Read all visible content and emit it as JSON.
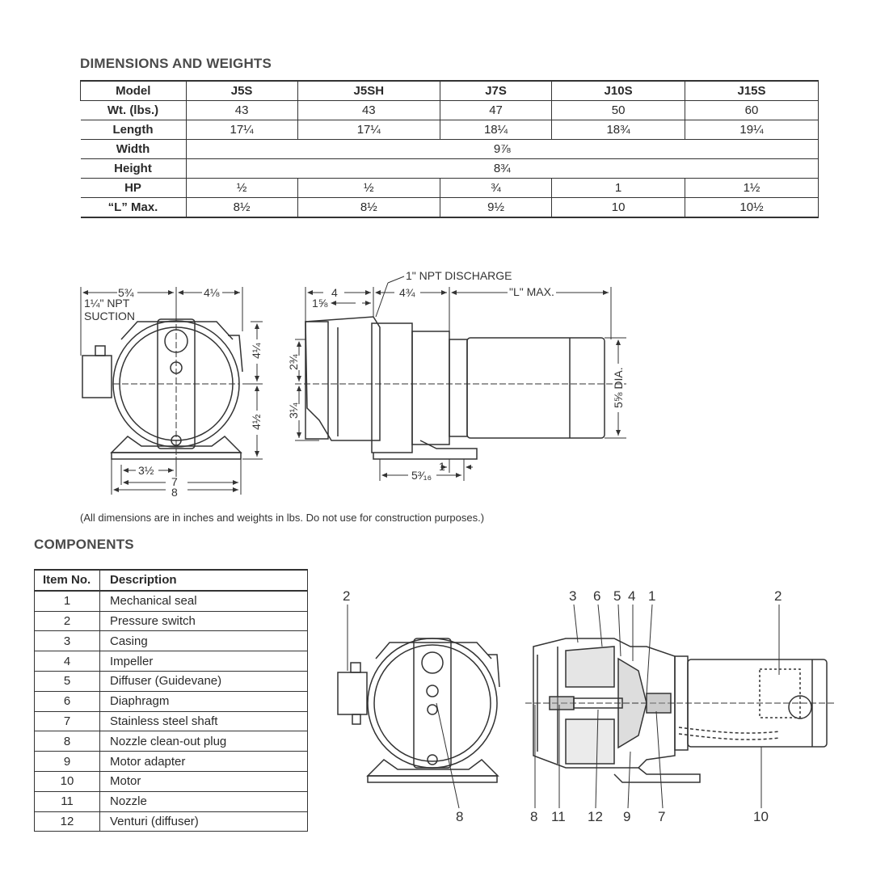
{
  "dimensions": {
    "heading": "DIMENSIONS AND WEIGHTS",
    "columns": [
      "Model",
      "J5S",
      "J5SH",
      "J7S",
      "J10S",
      "J15S"
    ],
    "rows": {
      "wt": {
        "label": "Wt. (lbs.)",
        "values": [
          "43",
          "43",
          "47",
          "50",
          "60"
        ]
      },
      "length": {
        "label": "Length",
        "values": [
          "17¼",
          "17¼",
          "18¼",
          "18¾",
          "19¼"
        ]
      },
      "width": {
        "label": "Width",
        "value": "9⅞"
      },
      "height": {
        "label": "Height",
        "value": "8¾"
      },
      "hp": {
        "label": "HP",
        "values": [
          "½",
          "½",
          "¾",
          "1",
          "1½"
        ]
      },
      "lmax": {
        "label": "“L” Max.",
        "values": [
          "8½",
          "8½",
          "9½",
          "10",
          "10½"
        ]
      }
    }
  },
  "drawing_labels": {
    "front_top_left": "5¾",
    "front_top_right": "4⅛",
    "suction_1": "1¼\" NPT",
    "suction_2": "SUCTION",
    "front_right_upper": "4¼",
    "front_right_lower": "4½",
    "front_bottom_half": "3½",
    "front_bottom_7": "7",
    "front_bottom_8": "8",
    "side_top_4": "4",
    "side_top_1_5": "1⅝",
    "side_top_4_75": "4¾",
    "discharge": "1\" NPT DISCHARGE",
    "l_max": "\"L\" MAX.",
    "side_left_upper": "2¾",
    "side_left_lower": "3¼",
    "side_dia": "5⅝ DIA.",
    "side_bottom_1": "1",
    "side_bottom_5_3_16": "5³⁄₁₆"
  },
  "note": "(All dimensions are in inches and weights in lbs. Do not use for construction purposes.)",
  "components": {
    "heading": "COMPONENTS",
    "header_item": "Item No.",
    "header_desc": "Description",
    "items": [
      {
        "no": "1",
        "desc": "Mechanical seal"
      },
      {
        "no": "2",
        "desc": "Pressure switch"
      },
      {
        "no": "3",
        "desc": "Casing"
      },
      {
        "no": "4",
        "desc": "Impeller"
      },
      {
        "no": "5",
        "desc": "Diffuser (Guidevane)"
      },
      {
        "no": "6",
        "desc": "Diaphragm"
      },
      {
        "no": "7",
        "desc": "Stainless steel shaft"
      },
      {
        "no": "8",
        "desc": "Nozzle clean-out plug"
      },
      {
        "no": "9",
        "desc": "Motor adapter"
      },
      {
        "no": "10",
        "desc": "Motor"
      },
      {
        "no": "11",
        "desc": "Nozzle"
      },
      {
        "no": "12",
        "desc": "Venturi (diffuser)"
      }
    ]
  },
  "callouts": {
    "c2a": "2",
    "c8a": "8",
    "c3": "3",
    "c6": "6",
    "c5": "5",
    "c4": "4",
    "c1": "1",
    "c2b": "2",
    "c8b": "8",
    "c11": "11",
    "c12": "12",
    "c9": "9",
    "c7": "7",
    "c10": "10"
  }
}
